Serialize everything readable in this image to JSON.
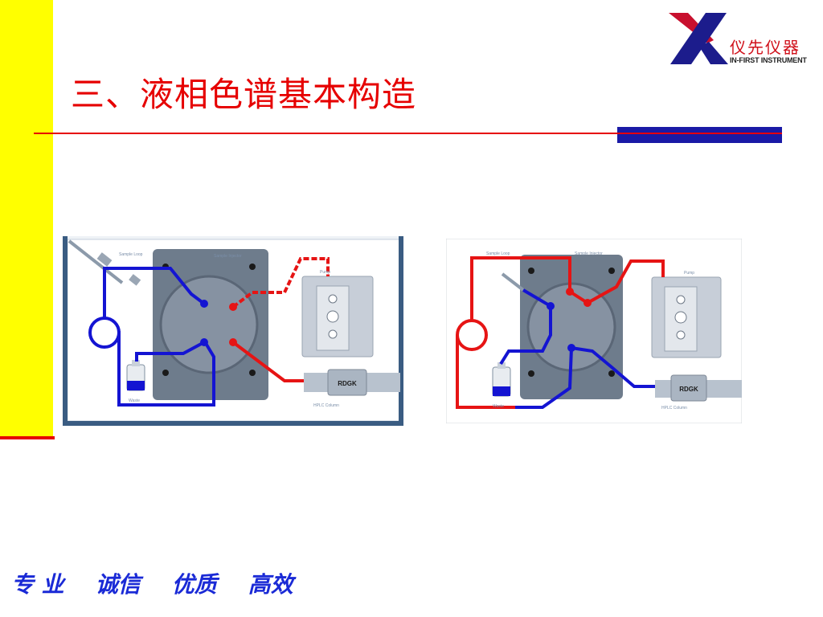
{
  "title": "三、液相色谱基本构造",
  "logo": {
    "name_cn": "仪先仪器",
    "name_en": "IN-FIRST INSTRUMENT"
  },
  "slogan": "专 业    诚信    优质    高效",
  "diagrams": {
    "left": {
      "sample_loop": "Sample Loop",
      "sample_injector": "Sample Injector",
      "pump": "Pump",
      "waste": "Waste",
      "hplc_column": "HPLC Column",
      "column_brand": "RDGK"
    },
    "right": {
      "sample_loop": "Sample Loop",
      "sample_injector": "Sample Injector",
      "pump": "Pump",
      "waste": "Waste",
      "hplc_column": "HPLC Column",
      "column_brand": "RDGK"
    }
  },
  "colors": {
    "title": "#e60000",
    "side_bar": "#ffff00",
    "slogan": "#1a2ad6",
    "flow_blue": "#1414d2",
    "flow_red": "#e61414"
  }
}
